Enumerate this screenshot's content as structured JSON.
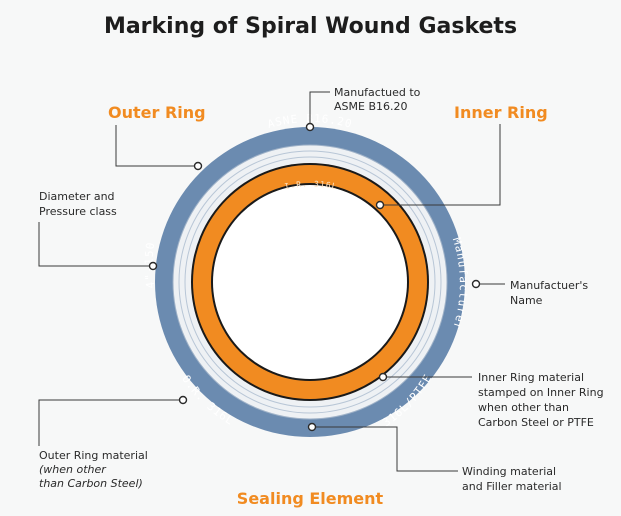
{
  "title": "Marking of Spiral Wound Gaskets",
  "labels": {
    "outer_ring": "Outer Ring",
    "inner_ring": "Inner Ring",
    "sealing_element": "Sealing Element"
  },
  "ring_text": {
    "top": "ASNE B16.20",
    "left": "4\"-150",
    "right": "Manufacturer",
    "bottom_right": "316L/PTFE",
    "bottom_left": "O.R. 316L",
    "inner": "I.R. 316L"
  },
  "callouts": {
    "manufactured": [
      "Manufactued to",
      "ASME B16.20"
    ],
    "diameter": [
      "Diameter and",
      "Pressure class"
    ],
    "manufacturer": [
      "Manufactuer's",
      "Name"
    ],
    "inner_ring_material": [
      "Inner Ring material",
      "stamped on Inner Ring",
      "when other than",
      "Carbon Steel or PTFE"
    ],
    "outer_ring_material": [
      "Outer Ring material",
      "(when other",
      "than Carbon Steel)"
    ],
    "winding": [
      "Winding material",
      "and Filler material"
    ]
  },
  "colors": {
    "outer_ring": "#6b8bb0",
    "inner_ring": "#f18b21",
    "accent": "#f18b21"
  }
}
